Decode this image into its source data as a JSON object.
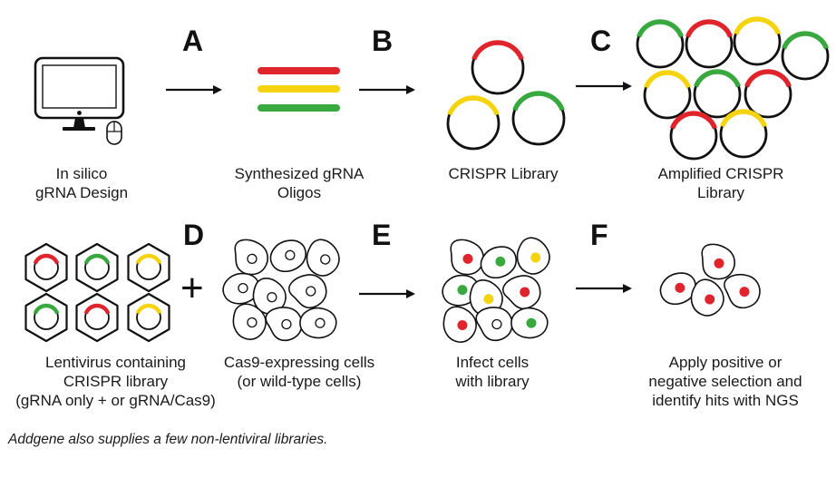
{
  "colors": {
    "red": "#e0242c",
    "yellow": "#f5d40f",
    "green": "#38a83f",
    "ink": "#111111"
  },
  "steps": {
    "a": "A",
    "b": "B",
    "c": "C",
    "d": "D",
    "e": "E",
    "f": "F"
  },
  "plus": "+",
  "captions": {
    "design": [
      "In silico",
      "gRNA Design"
    ],
    "oligos": [
      "Synthesized gRNA",
      "Oligos"
    ],
    "library": [
      "CRISPR Library"
    ],
    "amplified": [
      "Amplified CRISPR",
      "Library"
    ],
    "lenti": [
      "Lentivirus containing",
      "CRISPR library",
      "(gRNA only + or gRNA/Cas9)"
    ],
    "cas9": [
      "Cas9-expressing cells",
      "(or wild-type cells)"
    ],
    "infect": [
      "Infect cells",
      "with library"
    ],
    "select": [
      "Apply positive or",
      "negative selection and",
      "identify hits with NGS"
    ]
  },
  "footnote": "Addgene also supplies a few non-lentiviral libraries."
}
